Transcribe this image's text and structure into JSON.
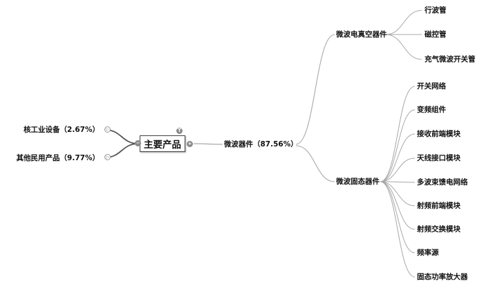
{
  "root": {
    "label": "主要产品"
  },
  "left": {
    "nodes": [
      {
        "label": "核工业设备（2.67%）"
      },
      {
        "label": "其他民用产品（9.77%）"
      }
    ],
    "collapse_glyph": "▷"
  },
  "center": {
    "label": "微波器件（87.56%）"
  },
  "groups": {
    "vacuum": {
      "label": "微波电真空器件",
      "children": [
        "行波管",
        "磁控管",
        "充气微波开关管"
      ]
    },
    "solid": {
      "label": "微波固态器件",
      "children": [
        "开关网络",
        "变频组件",
        "接收前端模块",
        "天线接口模块",
        "多波束馈电网络",
        "射频前端模块",
        "射频交换模块",
        "频率源",
        "固态功率放大器"
      ]
    }
  },
  "controls": {
    "topic_glyph": "T",
    "expand_glyph": "+",
    "collapse_glyph": "−"
  },
  "colors": {
    "line": "#9e9e9e",
    "line_dark": "#555555"
  }
}
